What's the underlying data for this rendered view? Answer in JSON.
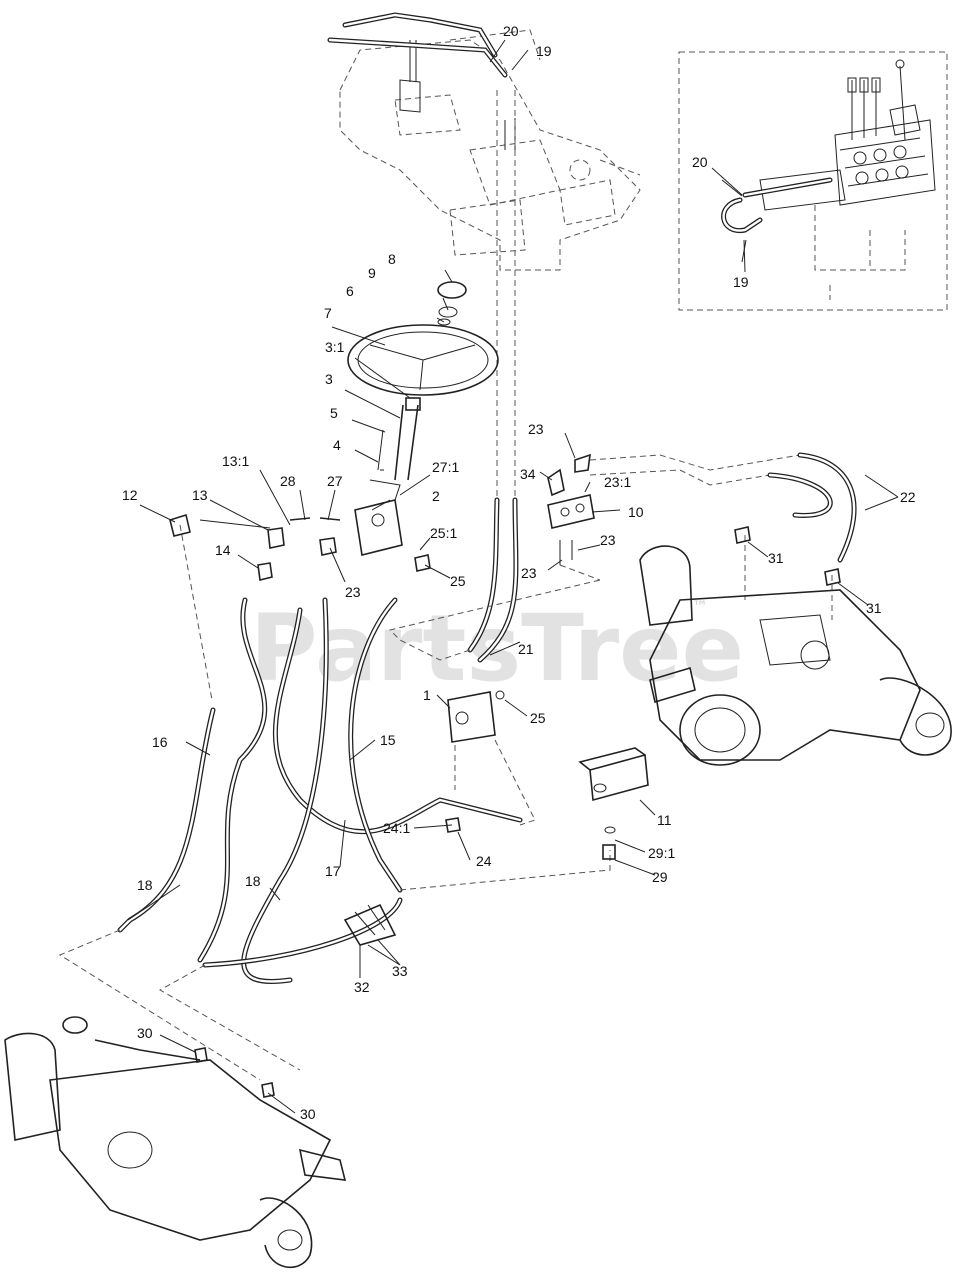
{
  "watermark": {
    "text": "PartsTree",
    "tm": "™"
  },
  "callouts": [
    {
      "id": "c20a",
      "text": "20"
    },
    {
      "id": "c19a",
      "text": "19"
    },
    {
      "id": "c20b",
      "text": "20"
    },
    {
      "id": "c19b",
      "text": "19"
    },
    {
      "id": "c8",
      "text": "8"
    },
    {
      "id": "c9",
      "text": "9"
    },
    {
      "id": "c6",
      "text": "6"
    },
    {
      "id": "c7",
      "text": "7"
    },
    {
      "id": "c3-1",
      "text": "3:1"
    },
    {
      "id": "c3",
      "text": "3"
    },
    {
      "id": "c5",
      "text": "5"
    },
    {
      "id": "c4",
      "text": "4"
    },
    {
      "id": "c13-1",
      "text": "13:1"
    },
    {
      "id": "c27-1",
      "text": "27:1"
    },
    {
      "id": "c28",
      "text": "28"
    },
    {
      "id": "c27",
      "text": "27"
    },
    {
      "id": "c2",
      "text": "2"
    },
    {
      "id": "c12",
      "text": "12"
    },
    {
      "id": "c13",
      "text": "13"
    },
    {
      "id": "c25-1",
      "text": "25:1"
    },
    {
      "id": "c14",
      "text": "14"
    },
    {
      "id": "c23a",
      "text": "23"
    },
    {
      "id": "c25a",
      "text": "25"
    },
    {
      "id": "c23b",
      "text": "23"
    },
    {
      "id": "c34",
      "text": "34"
    },
    {
      "id": "c23-1",
      "text": "23:1"
    },
    {
      "id": "c10",
      "text": "10"
    },
    {
      "id": "c23c",
      "text": "23"
    },
    {
      "id": "c23d",
      "text": "23"
    },
    {
      "id": "c22",
      "text": "22"
    },
    {
      "id": "c31a",
      "text": "31"
    },
    {
      "id": "c31b",
      "text": "31"
    },
    {
      "id": "c21",
      "text": "21"
    },
    {
      "id": "c1",
      "text": "1"
    },
    {
      "id": "c25b",
      "text": "25"
    },
    {
      "id": "c16",
      "text": "16"
    },
    {
      "id": "c15",
      "text": "15"
    },
    {
      "id": "c11",
      "text": "11"
    },
    {
      "id": "c24-1",
      "text": "24:1"
    },
    {
      "id": "c24",
      "text": "24"
    },
    {
      "id": "c29-1",
      "text": "29:1"
    },
    {
      "id": "c17",
      "text": "17"
    },
    {
      "id": "c29",
      "text": "29"
    },
    {
      "id": "c18a",
      "text": "18"
    },
    {
      "id": "c18b",
      "text": "18"
    },
    {
      "id": "c33",
      "text": "33"
    },
    {
      "id": "c32",
      "text": "32"
    },
    {
      "id": "c30a",
      "text": "30"
    },
    {
      "id": "c30b",
      "text": "30"
    }
  ]
}
